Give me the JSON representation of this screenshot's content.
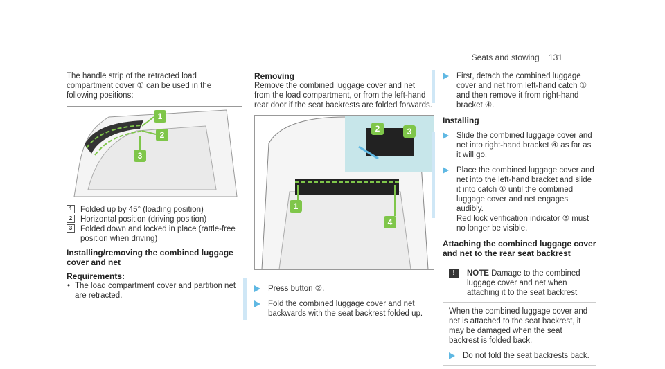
{
  "header": {
    "section": "Seats and stowing",
    "page": "131"
  },
  "col1": {
    "intro": "The handle strip of the retracted load compartment cover ① can be used in the following positions:",
    "options": [
      {
        "n": "1",
        "text": "Folded up by 45° (loading position)"
      },
      {
        "n": "2",
        "text": "Horizontal position (driving position)"
      },
      {
        "n": "3",
        "text": "Folded down and locked in place (rattle-free position when driving)"
      }
    ],
    "heading": "Installing/removing the combined luggage cover and net",
    "req_label": "Requirements:",
    "req_item": "The load compartment cover and partition net are retracted."
  },
  "col2": {
    "heading": "Removing",
    "body": "Remove the combined luggage cover and net from the load compartment, or from the left-hand rear door if the seat backrests are folded forwards.",
    "step1": "Press button ②.",
    "step2": "Fold the combined luggage cover and net backwards with the seat backrest folded up."
  },
  "col3": {
    "step1": "First, detach the combined luggage cover and net from left-hand catch ① and then remove it from right-hand bracket ④.",
    "heading": "Installing",
    "step2": "Slide the combined luggage cover and net into right-hand bracket ④ as far as it will go.",
    "step3": "Place the combined luggage cover and net into the left-hand bracket and slide it into catch ① until the combined luggage cover and net engages audibly.",
    "step3b": "Red lock verification indicator ③ must no longer be visible.",
    "heading2": "Attaching the combined luggage cover and net to the rear seat backrest",
    "note_label": "NOTE",
    "note_title": "Damage to the combined luggage cover and net when attaching it to the seat backrest",
    "note_body": "When the combined luggage cover and net is attached to the seat backrest, it may be damaged when the seat backrest is folded back.",
    "note_step": "Do not fold the seat backrests back."
  },
  "callouts": [
    "1",
    "2",
    "3",
    "4"
  ],
  "colors": {
    "callout": "#7fc64a",
    "arrow": "#5fb8e3"
  }
}
